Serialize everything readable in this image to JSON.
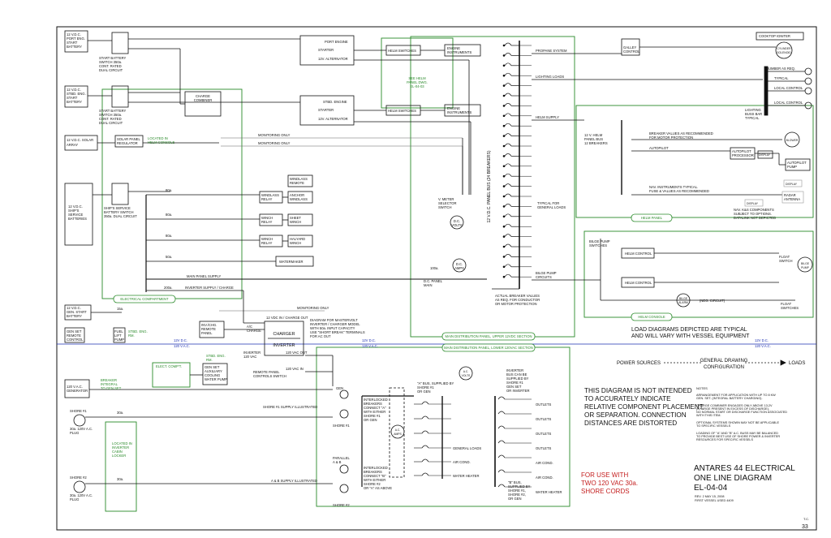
{
  "sheet": {
    "title_lines": [
      "ANTARES 44 ELECTRICAL",
      "ONE LINE DIAGRAM",
      "EL-04-04"
    ],
    "revision": [
      "REV. 2  MAY 15, 2008",
      "FIRST VESSEL USED 4409"
    ],
    "initials": "T.C.",
    "page_number": "33"
  },
  "notice": [
    "THIS DIAGRAM IS NOT INTENDED",
    "TO ACCURATELY INDICATE",
    "RELATIVE COMPONENT PLACEMENT",
    "OR SEPARATION. CONNECTION",
    "DISTANCES ARE DISTORTED"
  ],
  "shore_notice": [
    "FOR USE WITH",
    "TWO 120 VAC 30a.",
    "SHORE CORDS"
  ],
  "load_note": [
    "LOAD DIAGRAMS DEPICTED ARE TYPICAL",
    "AND WILL VARY WITH VESSEL EQUIPMENT"
  ],
  "config": {
    "sources": "POWER SOURCES",
    "center": [
      "GENERAL DRAWING",
      "CONFIGURATION"
    ],
    "loads": "LOADS"
  },
  "notes": {
    "title": "NOTES",
    "items": [
      [
        "ARRANGEMENT FOR APPLICATION WITH UP TO 8 KW",
        "GEN. SET. (INTEGRAL BATTERY CHARGING)."
      ],
      [
        "CHARGE COMBINER ENGAGES ONLY ABOVE 13.2V",
        "(CHARGE PRESENT IN EXCESS OF DISCHARGE),",
        "NO NORMAL START OR DISCHARGE FUNCTION ASSOCIATED",
        "WITH THIS ITEM."
      ],
      [
        "OPTIONAL SYSTEMS SHOWN MAY NOT BE APPLICABLE",
        "TO SPECIFIC VESSELS"
      ],
      [
        "LOADING OF \"A\" AND \"B\" A.C. BUSS MAY BE BALANCED",
        "TO PROVIDE BEST USE OF SHORE POWER & INVERTER",
        "RESOURCES FOR SPECIFIC VESSELS"
      ]
    ]
  },
  "panels": {
    "electrical_compartment": "ELECTRICAL COMPARTMENT",
    "main_upper": "MAIN DISTRIBUTION PANEL, UPPER 12VDC SECTION",
    "main_lower": "MAIN DISTRIBUTION PANEL, LOWER 120VAC SECTION",
    "helm": "HELM PANEL",
    "bilge": "HELM CONSOLE",
    "dc_bus_label": "12 V.D.C. PANEL BUS (24 BREAKERS)"
  },
  "batteries": [
    [
      "12 V.D.C.",
      "PORT ENG.",
      "START",
      "BATTERY"
    ],
    [
      "12 V.D.C.",
      "STBD. ENG.",
      "START",
      "BATTERY"
    ],
    [
      "12 V.D.C. SOLAR",
      "ARRAY"
    ],
    [
      "12 V.D.C.",
      "SHIP'S",
      "SERVICE",
      "BATTERIES"
    ],
    [
      "12 V.D.C.",
      "GEN. START",
      "BATTERY"
    ]
  ],
  "battery_switches": [
    [
      "START BATTERY",
      "SWITCH 350a.",
      "CONT. RATED",
      "DUAL CIRCUIT"
    ],
    [
      "START BATTERY",
      "SWITCH 350a.",
      "CONT. RATED",
      "DUAL CIRCUIT"
    ],
    [
      "SHIP'S SERVICE",
      "BATTERY SWITCH",
      "350a. DUAL CIRCUIT"
    ]
  ],
  "solar_regulator": [
    "SOLAR PANEL",
    "REGULATOR"
  ],
  "located_helm": [
    "LOCATED IN",
    "HELM CONSOLE"
  ],
  "charge_combiner": [
    "CHARGE",
    "COMBINER"
  ],
  "monitoring": [
    "MONITORING ONLY",
    "MONITORING ONLY",
    "MONITORING ONLY"
  ],
  "engines": [
    {
      "title": "PORT ENGINE",
      "starter": "STARTER",
      "alt": "12V. ALTERNATOR"
    },
    {
      "title": "STBD. ENGINE",
      "starter": "STARTER",
      "alt": "12V. ALTERNATOR"
    }
  ],
  "helm_switches": [
    "HELM SWITCHES",
    "HELM SWITCHES"
  ],
  "engine_instruments": [
    [
      "ENGINE",
      "INSTRUMENTS"
    ],
    [
      "ENGINE",
      "INSTRUMENTS"
    ]
  ],
  "see_helm": [
    "SEE HELM",
    "PANEL DWG.",
    "EL-04-03"
  ],
  "windlass": {
    "remote": [
      "WINDLASS",
      "REMOTE"
    ],
    "relay": [
      "WINDLASS",
      "RELAY"
    ],
    "anchor": [
      "ANCHOR",
      "WINDLASS"
    ],
    "winch_relay": [
      "WINCH",
      "RELAY"
    ],
    "sheet_winch": [
      "SHEET",
      "WINCH"
    ],
    "halyard_relay": [
      "WINCH",
      "RELAY"
    ],
    "halyard_winch": [
      "HALYARD",
      "WINCH"
    ],
    "watermaker": "WATERMAKER"
  },
  "breakers": {
    "b80": "80a.",
    "b50": "50a.",
    "b200": "200a.",
    "b100": "100a.",
    "b15": "15a.",
    "b30": "30a."
  },
  "supply_lines": {
    "main_panel": "MAIN PANEL SUPPLY",
    "inverter_supply": "INVERTER SUPPLY / CHARGE",
    "charge_out": "12 VDC IN / CHARGE OUT"
  },
  "meter": {
    "v_switch": [
      "V. METER",
      "SELECTOR",
      "SWITCH"
    ],
    "dc_volts": [
      "D.C.",
      "VOLTS"
    ],
    "dc_amps": [
      "D.C.",
      "AMPS"
    ],
    "dc_main": [
      "D.C. PANEL",
      "MAIN"
    ]
  },
  "dc_loads": {
    "propane": "PROPANE  SYSTEM",
    "lighting": "LIGHTING LOADS",
    "helm_supply": "HELM SUPPLY",
    "typical": [
      "TYPICAL FOR",
      "GENERAL LOADS"
    ],
    "bilge_circuits": [
      "BILGE PUMP",
      "CIRCUITS"
    ],
    "actual": [
      "ACTUAL BREAKER VALUES",
      "AS REQ. FOR CONDUCTOR",
      "OR MOTOR PROTECTION"
    ]
  },
  "galley": {
    "cooktop": "COOKTOP IGNITER",
    "control": [
      "GALLEY",
      "CONTROL"
    ],
    "solenoid": [
      "CYLINDER",
      "SOLENOID"
    ]
  },
  "lighting": {
    "number": "NUMBER AS REQ.",
    "typical": "TYPICAL",
    "local1": "LOCAL CONTROL",
    "local2": "LOCAL CONTROL",
    "bus": [
      "LIGHTING",
      "BUSS BAR",
      "TYPICAL"
    ]
  },
  "helm_panel": {
    "label": [
      "12 V. HELM",
      "PANEL BUS",
      "12 BREAKERS"
    ],
    "breaker_note": [
      "BREAKER VALUES AS RECOMMENDED",
      "FOR MOTOR PROTECTION"
    ],
    "autopilot": "AUTOPILOT",
    "processor": [
      "AUTOPILOT",
      "PROCESSOR"
    ],
    "display": "DISPLAY",
    "pump": [
      "AUTOPILOT",
      "PUMP"
    ],
    "nav": [
      "NAV. INSTRUMENTS TYPICAL.",
      "FUSE & VALUES AS RECOMMENDED"
    ],
    "display2": "DISPLAY",
    "display3": "DISPLAY",
    "radar": [
      "RADAR",
      "ANTENNA"
    ],
    "nav_note": [
      "NAV. K&S COMPONENTS",
      "SUBJECT TO OPTIONS.",
      "DATALINK NOT DEPICTED"
    ],
    "blower": "BLOWER"
  },
  "bilge": {
    "switches": [
      "BILGE PUMP",
      "SWITCHES"
    ],
    "helm_control1": "HELM CONTROL",
    "helm_control2": "HELM CONTROL",
    "float1": [
      "FLOAT",
      "SWITCH"
    ],
    "pump": [
      "BILGE",
      "PUMP"
    ],
    "alarm": [
      "BILGE",
      "ALARM"
    ],
    "neg": "(NEG. CIRCUIT)",
    "float2": [
      "FLOAT",
      "SWITCHES"
    ]
  },
  "inverter": {
    "remote": [
      "INV./CHG.",
      "REMOTE",
      "PANEL"
    ],
    "ac_charge": [
      "A/C",
      "CHARGE"
    ],
    "charger": "CHARGER",
    "inverter": "INVERTER",
    "inv_in": [
      "INVERTER",
      "120 VAC"
    ],
    "vac_out": "120 VAC OUT",
    "vac_in": "120 VAC IN",
    "remote_switch": [
      "REMOTE PANEL",
      "CONTROLS SWITCH"
    ],
    "description": [
      "DIAGRAM FOR MASTERVOLT",
      "INVERTER / CHARGER MODEL",
      "WITH 50a. INPUT CAPACITY",
      "USE \"SHORT BREAK\" TERMINALS",
      "FOR AC OUT"
    ]
  },
  "generator": {
    "remote": [
      "GEN SET",
      "REMOTE",
      "CONTROL"
    ],
    "fuel_lift": [
      "FUEL",
      "LIFT",
      "PUMP"
    ],
    "stbd_eng": [
      "STBD. ENG.",
      "RM."
    ],
    "gen": [
      "120 V.A.C.",
      "GENERATOR"
    ],
    "breaker": [
      "BREAKER",
      "INTEGRAL",
      "TO GEN SET"
    ],
    "elect_comp": "ELECT. COMP'T.",
    "aux": [
      "STBD. ENG.",
      "RM."
    ],
    "aux_pump": [
      "GEN SET",
      "AUXILIARY",
      "COOLING",
      "WATER PUMP"
    ]
  },
  "voltage_marks": [
    "12V D.C.",
    "120 V.A.C.",
    "12V D.C.",
    "120 V.A.C.",
    "12V D.C.",
    "120 V.A.C."
  ],
  "shore": {
    "s1": [
      "SHORE #1",
      "30a. 120V A.C.",
      "PLUG"
    ],
    "s2": [
      "SHORE #2",
      "30a. 120V A.C.",
      "PLUG"
    ],
    "located": [
      "LOCATED IN",
      "INVERTER",
      "CABIN",
      "LOCKER"
    ],
    "supply1": "SHORE #1 SUPPLY ILLUSTRATED",
    "supply2": "A & B SUPPLY ILLUSTRATED",
    "gen_switch": "GEN",
    "shore1_switch": "SHORE #1",
    "shore2_switch": "SHORE #2",
    "parallel": [
      "PARALLEL",
      "A & B"
    ]
  },
  "ac_panel": {
    "interlock1": [
      "INTERLOCKED",
      "BREAKERS",
      "CONNECT \"A\"",
      "WITH EITHER",
      "SHORE #1",
      "OR GEN"
    ],
    "interlock2": [
      "INTERLOCKED",
      "BREAKERS",
      "CONNECT \"B\"",
      "WITH EITHER",
      "SHORE #2",
      "OR \"A\" AS ABOVE"
    ],
    "a_bus": [
      "\"A\" BUS, SUPPLIED BY",
      "SHORE #1",
      "OR GEN"
    ],
    "b_bus": [
      "\"B\" BUS,",
      "SUPPLIED BY",
      "SHORE #1,",
      "SHORE #2,",
      "OR GEN"
    ],
    "inv_bus": [
      "INVERTER",
      "BUS CAN BE",
      "SUPPLIED BY",
      "SHORE #1",
      "GEN SET",
      "OR INVERTER"
    ],
    "ac_volts": [
      "A.C.",
      "VOLTS"
    ],
    "ac_amps": [
      "A.C.",
      "AMPS"
    ],
    "loads_a": [
      "GENERAL LOADS",
      "AIR COND.",
      "WATER HEATER"
    ],
    "loads_r": [
      "OUTLETS",
      "OUTLETS",
      "OUTLETS",
      "OUTLETS",
      "AIR COND.",
      "AIR COND.",
      "WATER HEATER"
    ]
  }
}
